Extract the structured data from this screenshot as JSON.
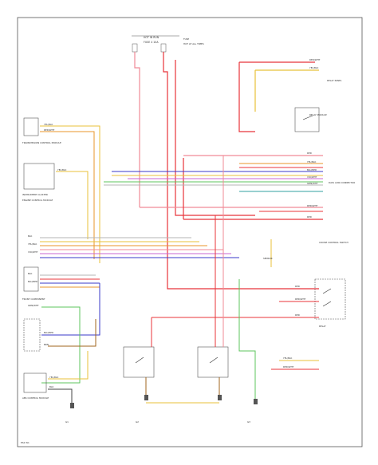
{
  "diagram": {
    "page_code": "ES2 W1",
    "top_power": [
      "HOT IN RUN",
      "FUSE 4 10A",
      "FUSE",
      "HOT AT ALL TIMES"
    ],
    "left_components": [
      "TRANSMISSION CONTROL MODULE",
      "INSTRUMENT CLUSTER",
      "ENGINE CONTROL MODULE",
      "FRONT COMPONENT",
      "ABS CONTROL MODULE"
    ],
    "right_components": [
      "RELAY PANEL",
      "RELAY MODULE",
      "DATA LINK CONNECTOR",
      "CRUISE CONTROL SWITCH",
      "SENSOR",
      "RELAY"
    ],
    "bottom_grounds": [
      "G1",
      "G2",
      "G3"
    ],
    "wire_tags": [
      "RED/WHT",
      "YEL/BLK",
      "GRN/WHT",
      "BLU/RED",
      "VIO/WHT",
      "BRN",
      "RED",
      "BLK"
    ],
    "wire_colors": {
      "red": "#e8343a",
      "pink": "#f08a96",
      "yellow": "#e8c23a",
      "orange": "#e8962a",
      "green": "#5cc45c",
      "blue": "#3a3ac8",
      "violet": "#c864d2",
      "brown": "#a0641e",
      "black": "#444444",
      "gray": "#b4b4b4",
      "teal": "#32a0a0"
    }
  }
}
